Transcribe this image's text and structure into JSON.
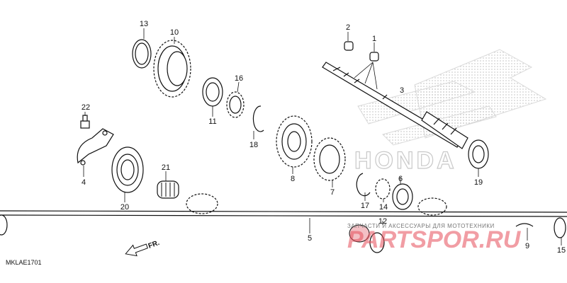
{
  "diagram_code": "MKLAE1701",
  "direction_label": "FR.",
  "brand_text": "HONDA",
  "watermark": {
    "brand": "PARTSPOR.RU",
    "tagline": "ЗАПЧАСТИ И АКСЕССУАРЫ ДЛЯ МОТОТЕХНИКИ"
  },
  "callouts": [
    {
      "id": "13",
      "label": "13"
    },
    {
      "id": "10",
      "label": "10"
    },
    {
      "id": "2",
      "label": "2"
    },
    {
      "id": "1",
      "label": "1"
    },
    {
      "id": "3",
      "label": "3"
    },
    {
      "id": "16",
      "label": "16"
    },
    {
      "id": "22",
      "label": "22"
    },
    {
      "id": "11",
      "label": "11"
    },
    {
      "id": "18",
      "label": "18"
    },
    {
      "id": "4",
      "label": "4"
    },
    {
      "id": "21",
      "label": "21"
    },
    {
      "id": "8",
      "label": "8"
    },
    {
      "id": "7",
      "label": "7"
    },
    {
      "id": "19",
      "label": "19"
    },
    {
      "id": "6",
      "label": "6"
    },
    {
      "id": "17",
      "label": "17"
    },
    {
      "id": "14",
      "label": "14"
    },
    {
      "id": "20",
      "label": "20"
    },
    {
      "id": "5",
      "label": "5"
    },
    {
      "id": "12",
      "label": "12"
    },
    {
      "id": "9",
      "label": "9"
    },
    {
      "id": "15",
      "label": "15"
    }
  ],
  "colors": {
    "line": "#111111",
    "watermark_red": "#e64e5a",
    "logo_grey": "#c9c9c9"
  }
}
